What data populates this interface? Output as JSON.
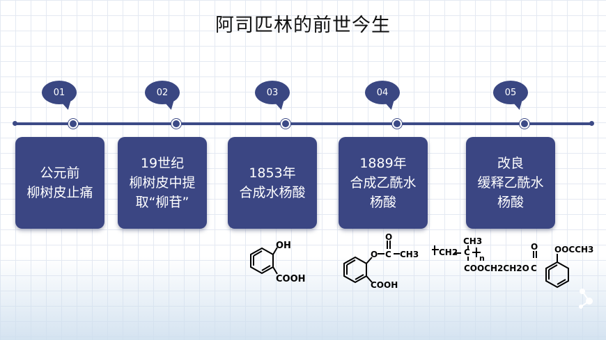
{
  "title": "阿司匹林的前世今生",
  "timeline": [
    {
      "num": "01",
      "lines": [
        "公元前",
        "柳树皮止痛"
      ]
    },
    {
      "num": "02",
      "lines": [
        "19世纪",
        "柳树皮中提",
        "取“柳苷”"
      ]
    },
    {
      "num": "03",
      "lines": [
        "1853年",
        "合成水杨酸"
      ]
    },
    {
      "num": "04",
      "lines": [
        "1889年",
        "合成乙酰水",
        "杨酸"
      ]
    },
    {
      "num": "05",
      "lines": [
        "改良",
        "缓释乙酰水",
        "杨酸"
      ]
    }
  ],
  "structures": {
    "salicylic_acid": {
      "oh": "OH",
      "cooh": "COOH"
    },
    "aspirin": {
      "o": "O",
      "c": "C",
      "eq": "O",
      "ch3": "CH3",
      "cooh": "COOH"
    },
    "polymer": {
      "ch2": "CH2",
      "c": "C",
      "ch3": "CH3",
      "n": "n",
      "ester": "COOCH2CH2O",
      "c2": "C",
      "o": "O",
      "ococh3": "OOCCH3"
    }
  },
  "colors": {
    "accent": "#3b4683",
    "line": "#3c4a86"
  }
}
